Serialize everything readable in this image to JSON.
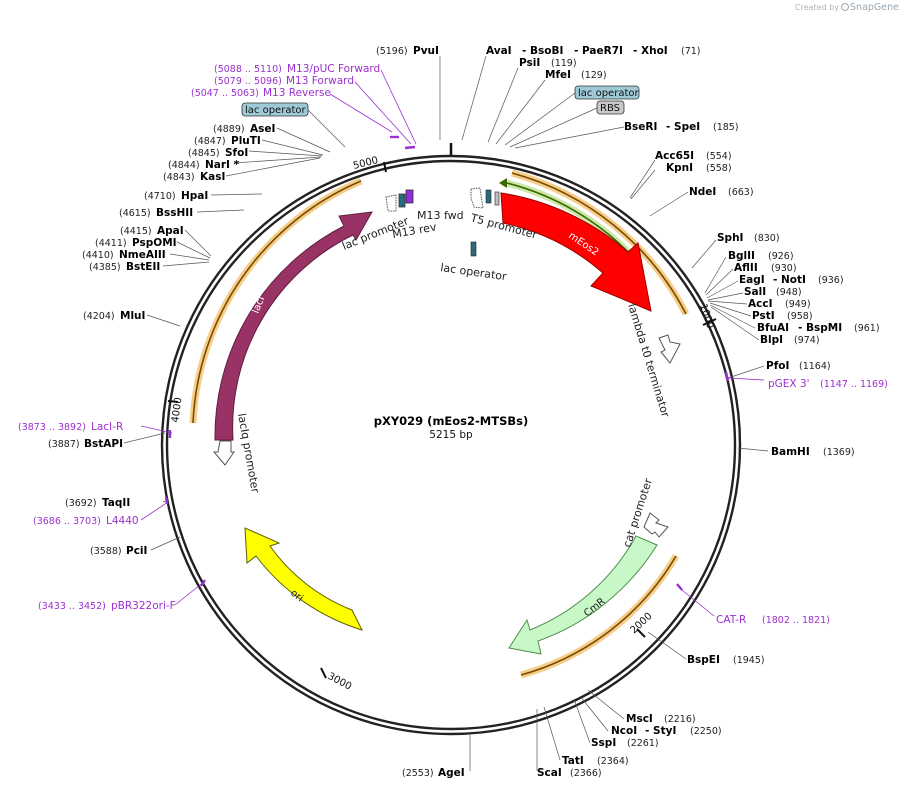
{
  "credit": {
    "prefix": "Created by",
    "brand": "SnapGene"
  },
  "plasmid": {
    "name": "pXY029 (mEos2-MTSBs)",
    "length_label": "5215 bp",
    "length": 5215
  },
  "ticks": [
    "1000",
    "2000",
    "3000",
    "4000",
    "5000"
  ],
  "features": [
    {
      "id": "mEos2",
      "label": "mEos2",
      "color": "#ff0000"
    },
    {
      "id": "cmr",
      "label": "CmR",
      "color": "#c8f7c8"
    },
    {
      "id": "ori",
      "label": "ori",
      "color": "#ffff00"
    },
    {
      "id": "laci",
      "label": "lacI",
      "color": "#993366"
    },
    {
      "id": "laciq-promoter",
      "label": "lacIq promoter"
    },
    {
      "id": "cat-promoter",
      "label": "cat promoter"
    },
    {
      "id": "lambda-t0",
      "label": "lambda t0 terminator"
    },
    {
      "id": "lac-promoter",
      "label": "lac promoter"
    },
    {
      "id": "t5-promoter",
      "label": "T5 promoter"
    },
    {
      "id": "m13-fwd",
      "label": "M13 fwd"
    },
    {
      "id": "m13-rev",
      "label": "M13 rev"
    },
    {
      "id": "lac-operator",
      "label": "lac operator"
    }
  ],
  "boxed_labels": [
    {
      "id": "lac-operator-top",
      "text": "lac operator",
      "color": "#9ec9d6"
    },
    {
      "id": "rbs",
      "text": "RBS",
      "color": "#c8c8c8"
    },
    {
      "id": "lac-operator-left",
      "text": "lac operator",
      "color": "#9ec9d6"
    }
  ],
  "enzymes": [
    {
      "name": "PvuI",
      "pos": "(5196)"
    },
    {
      "name": "AvaI",
      "pos": ""
    },
    {
      "name": "- BsoBI",
      "pos": ""
    },
    {
      "name": "- PaeR7I",
      "pos": ""
    },
    {
      "name": "- XhoI",
      "pos": "(71)"
    },
    {
      "name": "PsiI",
      "pos": "(119)"
    },
    {
      "name": "MfeI",
      "pos": "(129)"
    },
    {
      "name": "BseRI",
      "pos": ""
    },
    {
      "name": "- SpeI",
      "pos": "(185)"
    },
    {
      "name": "Acc65I",
      "pos": "(554)"
    },
    {
      "name": "KpnI",
      "pos": "(558)"
    },
    {
      "name": "NdeI",
      "pos": "(663)"
    },
    {
      "name": "SphI",
      "pos": "(830)"
    },
    {
      "name": "BglII",
      "pos": "(926)"
    },
    {
      "name": "AflII",
      "pos": "(930)"
    },
    {
      "name": "EagI",
      "pos": ""
    },
    {
      "name": "- NotI",
      "pos": "(936)"
    },
    {
      "name": "SalI",
      "pos": "(948)"
    },
    {
      "name": "AccI",
      "pos": "(949)"
    },
    {
      "name": "PstI",
      "pos": "(958)"
    },
    {
      "name": "BfuAI",
      "pos": ""
    },
    {
      "name": "- BspMI",
      "pos": "(961)"
    },
    {
      "name": "BlpI",
      "pos": "(974)"
    },
    {
      "name": "PfoI",
      "pos": "(1164)"
    },
    {
      "name": "BamHI",
      "pos": "(1369)"
    },
    {
      "name": "BspEI",
      "pos": "(1945)"
    },
    {
      "name": "MscI",
      "pos": "(2216)"
    },
    {
      "name": "NcoI",
      "pos": ""
    },
    {
      "name": "- StyI",
      "pos": "(2250)"
    },
    {
      "name": "SspI",
      "pos": "(2261)"
    },
    {
      "name": "TatI",
      "pos": "(2364)"
    },
    {
      "name": "ScaI",
      "pos": "(2366)"
    },
    {
      "name": "AgeI",
      "pos": "(2553)"
    },
    {
      "name": "PciI",
      "pos": "(3588)"
    },
    {
      "name": "TaqII",
      "pos": "(3692)"
    },
    {
      "name": "BstAPI",
      "pos": "(3887)"
    },
    {
      "name": "MluI",
      "pos": "(4204)"
    },
    {
      "name": "BstEII",
      "pos": "(4385)"
    },
    {
      "name": "NmeAIII",
      "pos": "(4410)"
    },
    {
      "name": "PspOMI",
      "pos": "(4411)"
    },
    {
      "name": "ApaI",
      "pos": "(4415)"
    },
    {
      "name": "BssHII",
      "pos": "(4615)"
    },
    {
      "name": "HpaI",
      "pos": "(4710)"
    },
    {
      "name": "KasI",
      "pos": "(4843)"
    },
    {
      "name": "NarI *",
      "pos": "(4844)"
    },
    {
      "name": "SfoI",
      "pos": "(4845)"
    },
    {
      "name": "PluTI",
      "pos": "(4847)"
    },
    {
      "name": "AseI",
      "pos": "(4889)"
    }
  ],
  "primers": [
    {
      "name": "M13/pUC Forward",
      "pos": "(5088 .. 5110)"
    },
    {
      "name": "M13 Forward",
      "pos": "(5079 .. 5096)"
    },
    {
      "name": "M13 Reverse",
      "pos": "(5047 .. 5063)"
    },
    {
      "name": "pGEX 3'",
      "pos": "(1147 .. 1169)"
    },
    {
      "name": "CAT-R",
      "pos": "(1802 .. 1821)"
    },
    {
      "name": "pBR322ori-F",
      "pos": "(3433 .. 3452)"
    },
    {
      "name": "L4440",
      "pos": "(3686 .. 3703)"
    },
    {
      "name": "LacI-R",
      "pos": "(3873 .. 3892)"
    }
  ]
}
